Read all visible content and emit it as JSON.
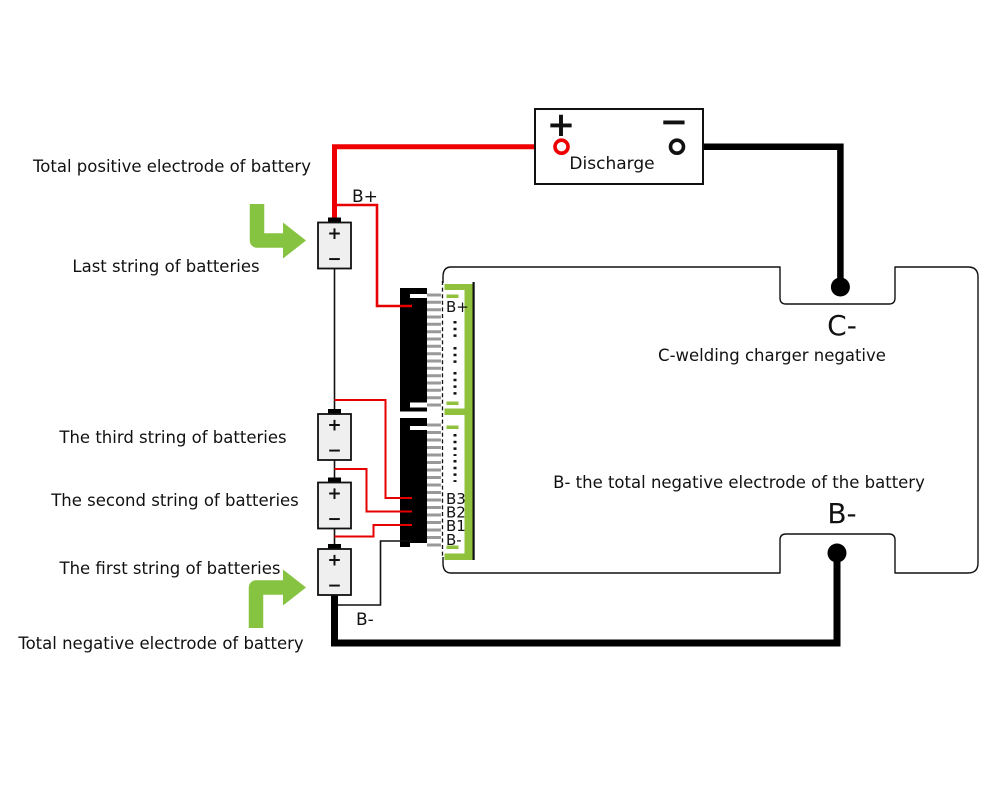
{
  "labels": {
    "total_positive": "Total positive electrode of battery",
    "last_string": "Last string of batteries",
    "third_string": "The third string of batteries",
    "second_string": "The second string of batteries",
    "first_string": "The first string of batteries",
    "total_negative": "Total negative electrode of battery",
    "b_plus_wire": "B+",
    "b_minus_wire": "B-"
  },
  "discharge": {
    "title": "Discharge",
    "plus": "+",
    "minus": "−"
  },
  "bms_board": {
    "pad_c_minus": "C-",
    "caption_c_minus": "C-welding charger negative",
    "pad_b_minus": "B-",
    "caption_b_minus": "B- the total negative electrode of the battery",
    "connector": {
      "b_plus": "B+",
      "b3": "B3",
      "b2": "B2",
      "b1": "B1",
      "b_minus": "B-"
    }
  },
  "battery": {
    "plus": "+",
    "minus": "−"
  },
  "colors": {
    "positive_wire": "#ee0000",
    "negative_wire": "#000000",
    "pcb_green": "#8fc13d",
    "arrow_green": "#85c341"
  }
}
